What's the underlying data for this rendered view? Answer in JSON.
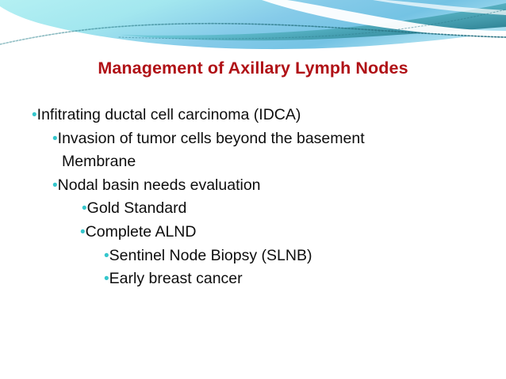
{
  "slide": {
    "title": "Management of Axillary Lymph Nodes",
    "title_color": "#b01116",
    "background_color": "#ffffff",
    "accent_bullet_color": "#35c6cc",
    "header_colors": {
      "pale_cyan": "#aeeef1",
      "sky_blue": "#8ccde9",
      "teal_band": "#4fb8c4",
      "deep_teal": "#2c7f8f",
      "white": "#ffffff"
    },
    "bullets": [
      {
        "level": 1,
        "marker": "•",
        "text": "Infitrating ductal cell carcinoma (IDCA)"
      },
      {
        "level": 2,
        "marker": "•",
        "text": "Invasion of tumor cells beyond the basement"
      },
      {
        "level": 2,
        "marker": "",
        "text": "Membrane"
      },
      {
        "level": 2,
        "marker": "•",
        "text": "Nodal basin needs evaluation"
      },
      {
        "level": 3,
        "marker": "•",
        "text": " Gold Standard"
      },
      {
        "level": 3,
        "marker": "•",
        "text": "Complete ALND"
      },
      {
        "level": 4,
        "marker": "•",
        "text": "Sentinel Node Biopsy (SLNB)"
      },
      {
        "level": 4,
        "marker": "•",
        "text": "Early breast cancer"
      }
    ]
  }
}
